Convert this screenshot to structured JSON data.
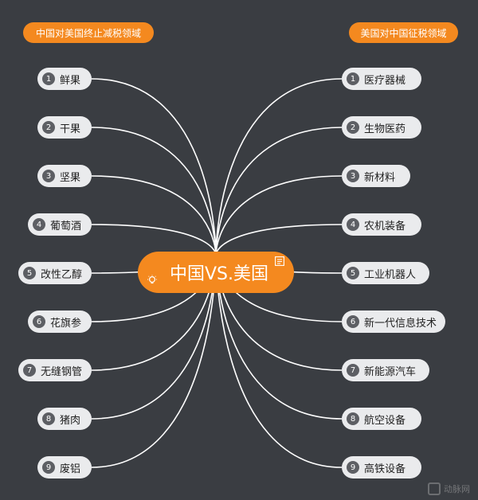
{
  "center": {
    "title": "中国VS.美国",
    "bulb_icon": "lightbulb-icon",
    "note_icon": "note-icon"
  },
  "colors": {
    "background": "#3a3d42",
    "accent": "#f4891f",
    "pill": "#eaebed",
    "number_badge": "#5d5f64",
    "connector": "#ffffff"
  },
  "left": {
    "heading": "中国对美国终止减税领域",
    "items": [
      {
        "num": "1",
        "label": "鲜果"
      },
      {
        "num": "2",
        "label": "干果"
      },
      {
        "num": "3",
        "label": "坚果"
      },
      {
        "num": "4",
        "label": "葡萄酒"
      },
      {
        "num": "5",
        "label": "改性乙醇"
      },
      {
        "num": "6",
        "label": "花旗参"
      },
      {
        "num": "7",
        "label": "无缝钢管"
      },
      {
        "num": "8",
        "label": "猪肉"
      },
      {
        "num": "9",
        "label": "废铝"
      }
    ]
  },
  "right": {
    "heading": "美国对中国征税领域",
    "items": [
      {
        "num": "1",
        "label": "医疗器械"
      },
      {
        "num": "2",
        "label": "生物医药"
      },
      {
        "num": "3",
        "label": "新材料"
      },
      {
        "num": "4",
        "label": "农机装备"
      },
      {
        "num": "5",
        "label": "工业机器人"
      },
      {
        "num": "6",
        "label": "新一代信息技术"
      },
      {
        "num": "7",
        "label": "新能源汽车"
      },
      {
        "num": "8",
        "label": "航空设备"
      },
      {
        "num": "9",
        "label": "高铁设备"
      }
    ]
  },
  "watermark": {
    "text": "动脉网",
    "icon": "brand-logo-icon"
  }
}
